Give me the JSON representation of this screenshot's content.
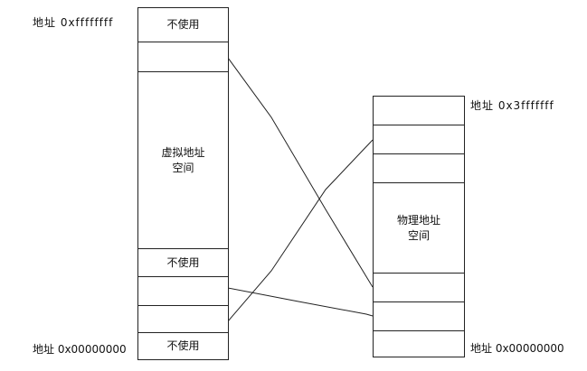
{
  "virtual": {
    "top_address": "地址 0xffffffff",
    "bottom_address": "地址 0x00000000",
    "segments": [
      "不使用",
      "",
      "虚拟地址\n空间",
      "不使用",
      "",
      "",
      "不使用"
    ]
  },
  "physical": {
    "top_address": "地址 0x3fffffff",
    "bottom_address": "地址 0x00000000",
    "segments": [
      "",
      "",
      "",
      "物理地址\n空间",
      "",
      "",
      ""
    ]
  }
}
